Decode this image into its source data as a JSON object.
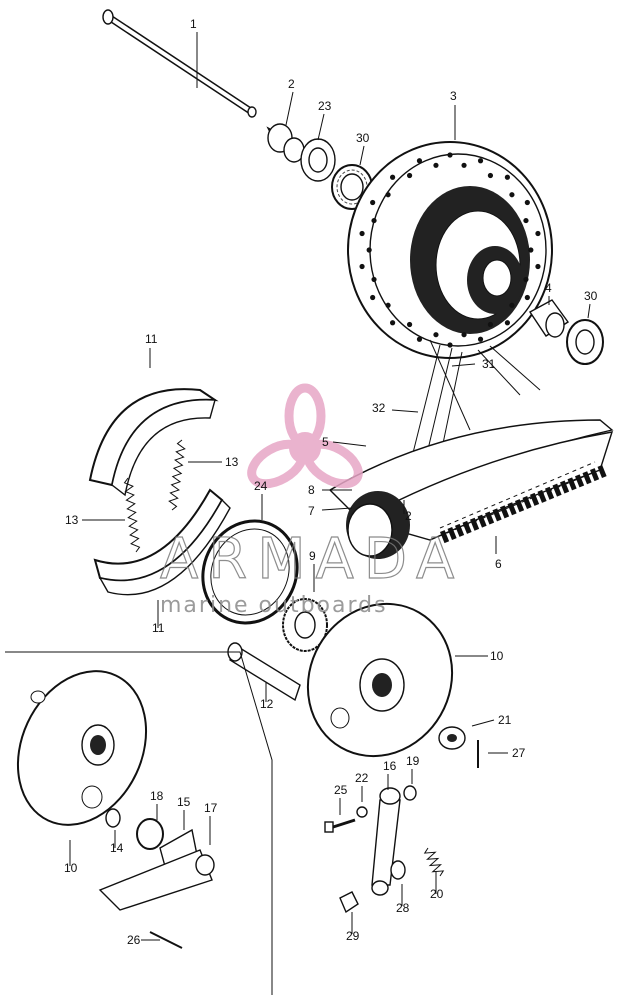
{
  "watermark": {
    "brand": "ARMADA",
    "tagline": "marine outboards",
    "logo_color": "#e7a6c6"
  },
  "callouts": [
    {
      "id": "c1",
      "label": "1"
    },
    {
      "id": "c2",
      "label": "2"
    },
    {
      "id": "c23",
      "label": "23"
    },
    {
      "id": "c30a",
      "label": "30"
    },
    {
      "id": "c3",
      "label": "3"
    },
    {
      "id": "c4",
      "label": "4"
    },
    {
      "id": "c30b",
      "label": "30"
    },
    {
      "id": "c31",
      "label": "31"
    },
    {
      "id": "c32",
      "label": "32"
    },
    {
      "id": "c11a",
      "label": "11"
    },
    {
      "id": "c13a",
      "label": "13"
    },
    {
      "id": "c13b",
      "label": "13"
    },
    {
      "id": "c24",
      "label": "24"
    },
    {
      "id": "c5",
      "label": "5"
    },
    {
      "id": "c8",
      "label": "8"
    },
    {
      "id": "c7",
      "label": "7"
    },
    {
      "id": "c2b",
      "label": "2"
    },
    {
      "id": "c6",
      "label": "6"
    },
    {
      "id": "c9",
      "label": "9"
    },
    {
      "id": "c11b",
      "label": "11"
    },
    {
      "id": "c10a",
      "label": "10"
    },
    {
      "id": "c12",
      "label": "12"
    },
    {
      "id": "c21",
      "label": "21"
    },
    {
      "id": "c27",
      "label": "27"
    },
    {
      "id": "c25",
      "label": "25"
    },
    {
      "id": "c22",
      "label": "22"
    },
    {
      "id": "c16",
      "label": "16"
    },
    {
      "id": "c19",
      "label": "19"
    },
    {
      "id": "c18",
      "label": "18"
    },
    {
      "id": "c15",
      "label": "15"
    },
    {
      "id": "c17",
      "label": "17"
    },
    {
      "id": "c14",
      "label": "14"
    },
    {
      "id": "c10b",
      "label": "10"
    },
    {
      "id": "c20",
      "label": "20"
    },
    {
      "id": "c28",
      "label": "28"
    },
    {
      "id": "c29",
      "label": "29"
    },
    {
      "id": "c26",
      "label": "26"
    }
  ]
}
